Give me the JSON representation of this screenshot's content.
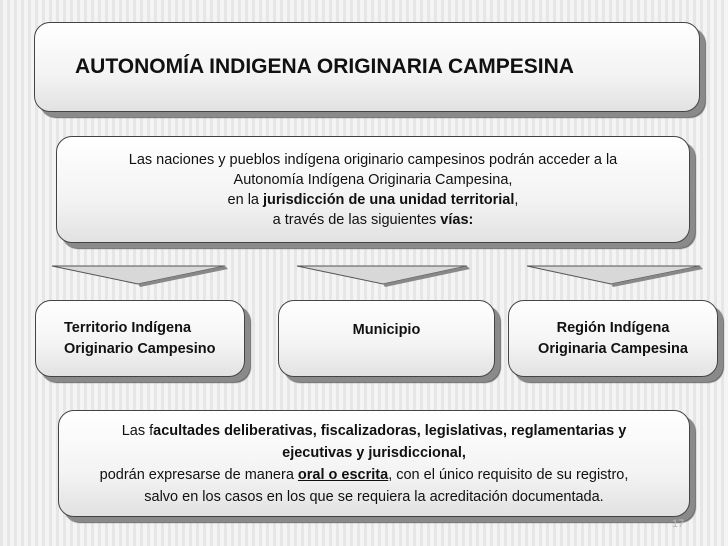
{
  "title": "AUTONOMÍA INDIGENA ORIGINARIA CAMPESINA",
  "intro": {
    "line1": "Las naciones y pueblos indígena originario campesinos podrán acceder a la",
    "line2": "Autonomía Indígena Originaria Campesina,",
    "line3_pre": "en la ",
    "line3_bold": "jurisdicción de una unidad territorial",
    "line3_post": ",",
    "line4_pre": "a través de las siguientes ",
    "line4_bold": "vías:"
  },
  "ways": [
    {
      "line1": "Territorio Indígena",
      "line2": "Originario Campesino"
    },
    {
      "line1": "Municipio"
    },
    {
      "line1": "Región Indígena",
      "line2": "Originaria Campesina"
    }
  ],
  "final": {
    "line1_pre": "Las f",
    "line1_bold": "acultades deliberativas, fiscalizadoras, legislativas, reglamentarias y",
    "line2_bold": "ejecutivas y jurisdiccional,",
    "line3_pre": "podrán expresarse de manera ",
    "line3_bold": "oral o escrita",
    "line3_post": ", con el único requisito de su registro,",
    "line4": "salvo en los casos en los que se requiera  la acreditación documentada."
  },
  "page_number": "17"
}
